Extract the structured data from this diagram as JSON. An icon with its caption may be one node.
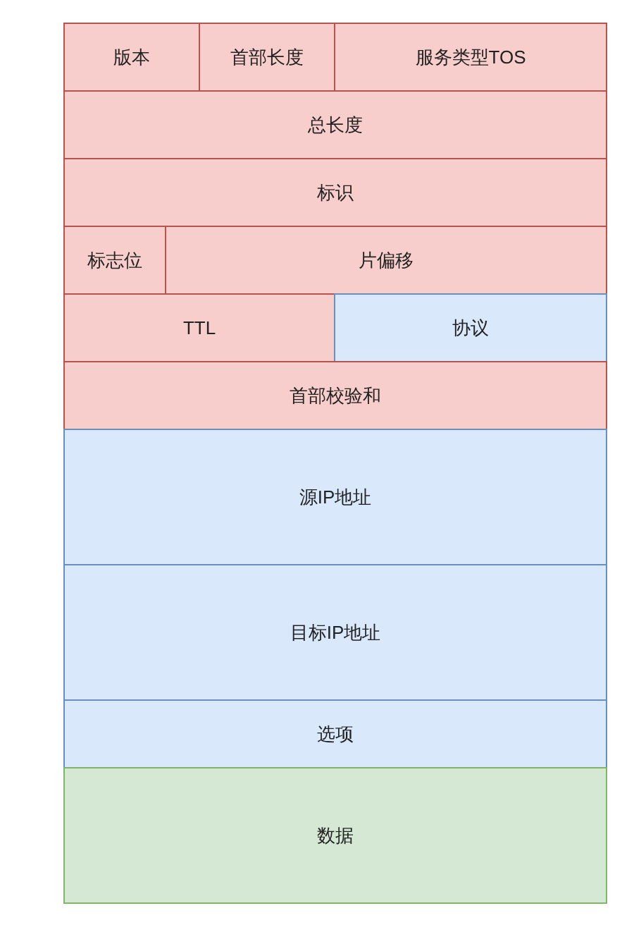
{
  "diagram": {
    "nodes": [
      {
        "text": [
          "版本"
        ]
      },
      {
        "text": [
          "首部长度"
        ]
      },
      {
        "text": [
          "服务类型TOS"
        ]
      },
      {
        "text": [
          "总长度"
        ]
      },
      {
        "text": [
          "标识"
        ]
      },
      {
        "text": [
          "标志位"
        ]
      },
      {
        "text": [
          "片偏移"
        ]
      },
      {
        "text": [
          "TTL"
        ]
      },
      {
        "text": [
          "协议"
        ]
      },
      {
        "text": [
          "首部校验和"
        ]
      },
      {
        "text": [
          "源IP地址"
        ]
      },
      {
        "text": [
          "目标IP地址"
        ]
      },
      {
        "text": [
          "选项"
        ]
      },
      {
        "text": [
          "数据"
        ]
      }
    ]
  }
}
